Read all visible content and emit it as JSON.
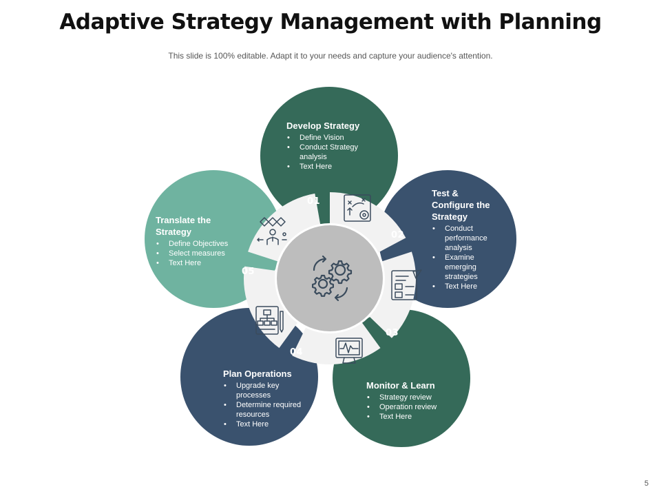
{
  "title": "Adaptive Strategy Management with Planning",
  "subtitle": "This slide is 100% editable. Adapt it to your needs and capture your audience's attention.",
  "page_number": "5",
  "colors": {
    "dark_green": "#356A59",
    "navy": "#3A526E",
    "light_green": "#6FB3A0",
    "wedge": "#F2F2F2",
    "hub": "#BDBDBD",
    "icon": "#3A4B5C"
  },
  "center_icon": "gears-cycle-icon",
  "steps": [
    {
      "number": "01",
      "title": "Develop Strategy",
      "bullets": [
        "Define Vision",
        "Conduct Strategy analysis",
        "Text Here"
      ],
      "color": "#356A59",
      "icon": "strategy-map-icon"
    },
    {
      "number": "02",
      "title": "Test & Configure the Strategy",
      "bullets": [
        "Conduct performance analysis",
        "Examine emerging strategies",
        "Text Here"
      ],
      "color": "#3A526E",
      "icon": "checklist-edit-icon"
    },
    {
      "number": "03",
      "title": "Monitor & Learn",
      "bullets": [
        "Strategy review",
        "Operation review",
        "Text Here"
      ],
      "color": "#356A59",
      "icon": "monitor-chart-icon"
    },
    {
      "number": "04",
      "title": "Plan Operations",
      "bullets": [
        "Upgrade key processes",
        "Determine required resources",
        "Text Here"
      ],
      "color": "#3A526E",
      "icon": "org-chart-icon"
    },
    {
      "number": "05",
      "title": "Translate the Strategy",
      "bullets": [
        "Define Objectives",
        "Select measures",
        "Text Here"
      ],
      "color": "#6FB3A0",
      "icon": "person-puzzle-icon"
    }
  ]
}
